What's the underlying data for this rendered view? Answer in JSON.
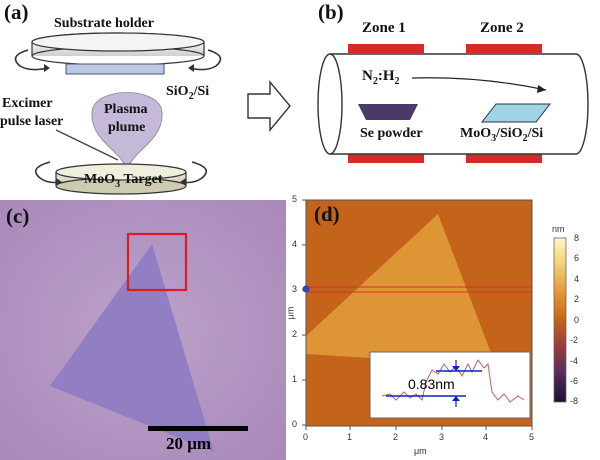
{
  "panel_a": {
    "label": "(a)",
    "substrate_holder": "Substrate holder",
    "sio2_si": "SiO",
    "sio2_si_sub": "2",
    "sio2_si_tail": "/Si",
    "excimer_line1": "Excimer",
    "excimer_line2": "pulse laser",
    "plasma_line1": "Plasma",
    "plasma_line2": "plume",
    "target": "MoO",
    "target_sub": "3",
    "target_tail": " Target"
  },
  "panel_b": {
    "label": "(b)",
    "zone1": "Zone  1",
    "zone2": "Zone  2",
    "gas_n": "N",
    "gas_n_sub": "2",
    "gas_h": ":H",
    "gas_h_sub": "2",
    "se_powder": "Se powder",
    "moo3_a": "MoO",
    "moo3_a_sub": "3",
    "moo3_b": "/SiO",
    "moo3_b_sub": "2",
    "moo3_c": "/Si"
  },
  "panel_c": {
    "label": "(c)",
    "scale": "20 μm"
  },
  "panel_d": {
    "label": "(d)",
    "y_unit": "μm",
    "x_unit": "μm",
    "y_ticks": [
      "0",
      "1",
      "2",
      "3",
      "4",
      "5"
    ],
    "x_ticks": [
      "0",
      "1",
      "2",
      "3",
      "4",
      "5"
    ],
    "cbar_unit": "nm",
    "cbar_ticks": [
      "8",
      "6",
      "4",
      "2",
      "0",
      "-2",
      "-4",
      "-6",
      "-8"
    ],
    "inset_value": "0.83nm"
  },
  "colors": {
    "heater_red": "#d42a2a",
    "se_powder": "#4a3a6a",
    "moo3_substrate": "#9fd3e6",
    "plume": "#c6b8d8",
    "optical_bg": "#b69ac4",
    "optical_flake": "#8f7cc3",
    "afm_bg": "#c4641a",
    "afm_flake": "#e09a3a",
    "box_red": "#d62020",
    "inset_blue": "#1020c0"
  }
}
